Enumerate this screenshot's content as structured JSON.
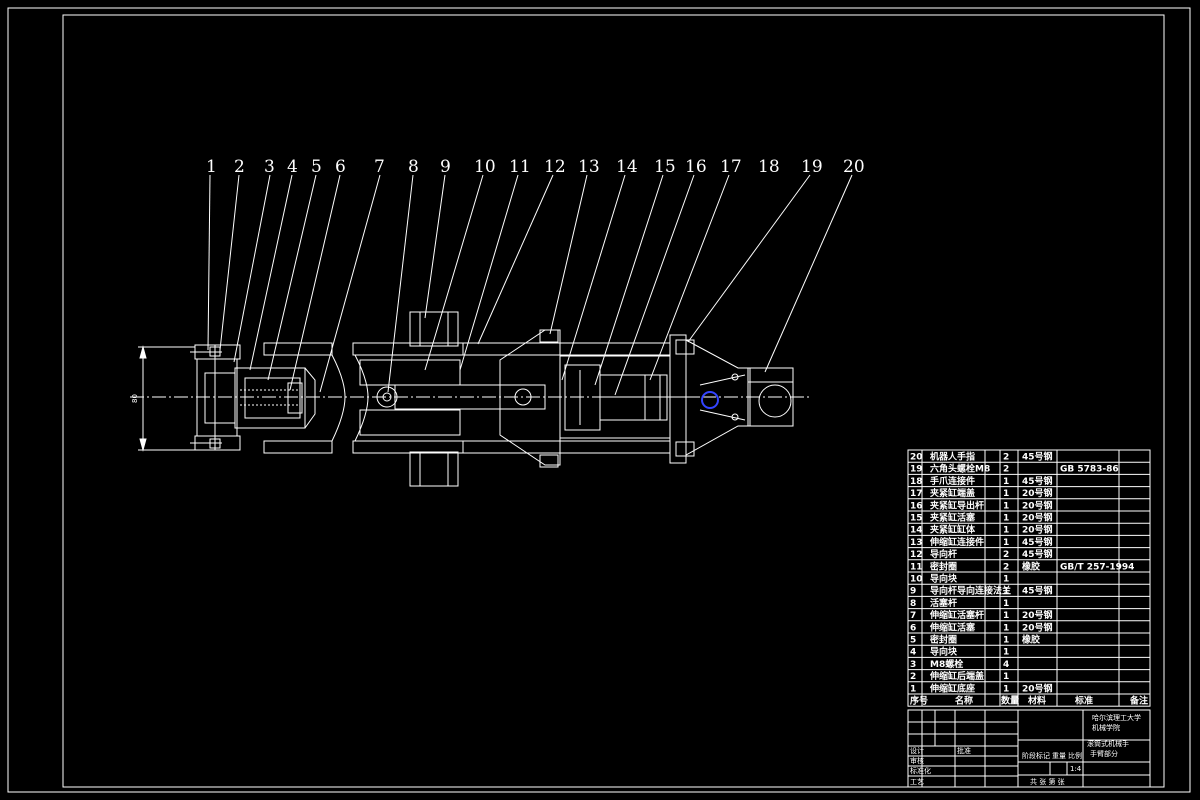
{
  "colors": {
    "background": "#000000",
    "lines": "#ffffff",
    "highlight": "#3344ff"
  },
  "callouts": [
    "1",
    "2",
    "3",
    "4",
    "5",
    "6",
    "7",
    "8",
    "9",
    "10",
    "11",
    "12",
    "13",
    "14",
    "15",
    "16",
    "17",
    "18",
    "19",
    "20"
  ],
  "dimension_label": "80",
  "bom": {
    "header": {
      "seq": "序号",
      "name": "名称",
      "qty": "数量",
      "material": "材料",
      "standard": "标准",
      "remark": "备注"
    },
    "rows": [
      {
        "seq": "20",
        "name": "机器人手指",
        "qty": "2",
        "material": "45号钢",
        "standard": ""
      },
      {
        "seq": "19",
        "name": "六角头螺栓M8",
        "qty": "2",
        "material": "",
        "standard": "GB 5783-86"
      },
      {
        "seq": "18",
        "name": "手爪连接件",
        "qty": "1",
        "material": "45号钢",
        "standard": ""
      },
      {
        "seq": "17",
        "name": "夹紧缸端盖",
        "qty": "1",
        "material": "20号钢",
        "standard": ""
      },
      {
        "seq": "16",
        "name": "夹紧缸导出杆",
        "qty": "1",
        "material": "20号钢",
        "standard": ""
      },
      {
        "seq": "15",
        "name": "夹紧缸活塞",
        "qty": "1",
        "material": "20号钢",
        "standard": ""
      },
      {
        "seq": "14",
        "name": "夹紧缸缸体",
        "qty": "1",
        "material": "20号钢",
        "standard": ""
      },
      {
        "seq": "13",
        "name": "伸缩缸连接件",
        "qty": "1",
        "material": "45号钢",
        "standard": ""
      },
      {
        "seq": "12",
        "name": "导向杆",
        "qty": "2",
        "material": "45号钢",
        "standard": ""
      },
      {
        "seq": "11",
        "name": "密封圈",
        "qty": "2",
        "material": "橡胶",
        "standard": "GB/T 257-1994"
      },
      {
        "seq": "10",
        "name": "导向块",
        "qty": "1",
        "material": "",
        "standard": ""
      },
      {
        "seq": "9",
        "name": "导向杆导向连接法兰",
        "qty": "1",
        "material": "45号钢",
        "standard": ""
      },
      {
        "seq": "8",
        "name": "活塞杆",
        "qty": "1",
        "material": "",
        "standard": ""
      },
      {
        "seq": "7",
        "name": "伸缩缸活塞杆",
        "qty": "1",
        "material": "20号钢",
        "standard": ""
      },
      {
        "seq": "6",
        "name": "伸缩缸活塞",
        "qty": "1",
        "material": "20号钢",
        "standard": ""
      },
      {
        "seq": "5",
        "name": "密封圈",
        "qty": "1",
        "material": "橡胶",
        "standard": ""
      },
      {
        "seq": "4",
        "name": "导向块",
        "qty": "1",
        "material": "",
        "standard": ""
      },
      {
        "seq": "3",
        "name": "M8螺栓",
        "qty": "4",
        "material": "",
        "standard": ""
      },
      {
        "seq": "2",
        "name": "伸缩缸后端盖",
        "qty": "1",
        "material": "",
        "standard": ""
      },
      {
        "seq": "1",
        "name": "伸缩缸底座",
        "qty": "1",
        "material": "20号钢",
        "standard": ""
      }
    ]
  },
  "title_block": {
    "school": "哈尔滨理工大学",
    "dept": "机械学院",
    "title_line1": "滚筒式机械手",
    "title_line2": "手臂部分",
    "scale": "1:4",
    "sheet": "共  张  第  张",
    "labels": {
      "design": "设计",
      "check": "审核",
      "process": "工艺",
      "standardize": "标准化",
      "approve": "批准",
      "stage": "阶段标记",
      "weight": "重量",
      "ratio": "比例"
    }
  }
}
